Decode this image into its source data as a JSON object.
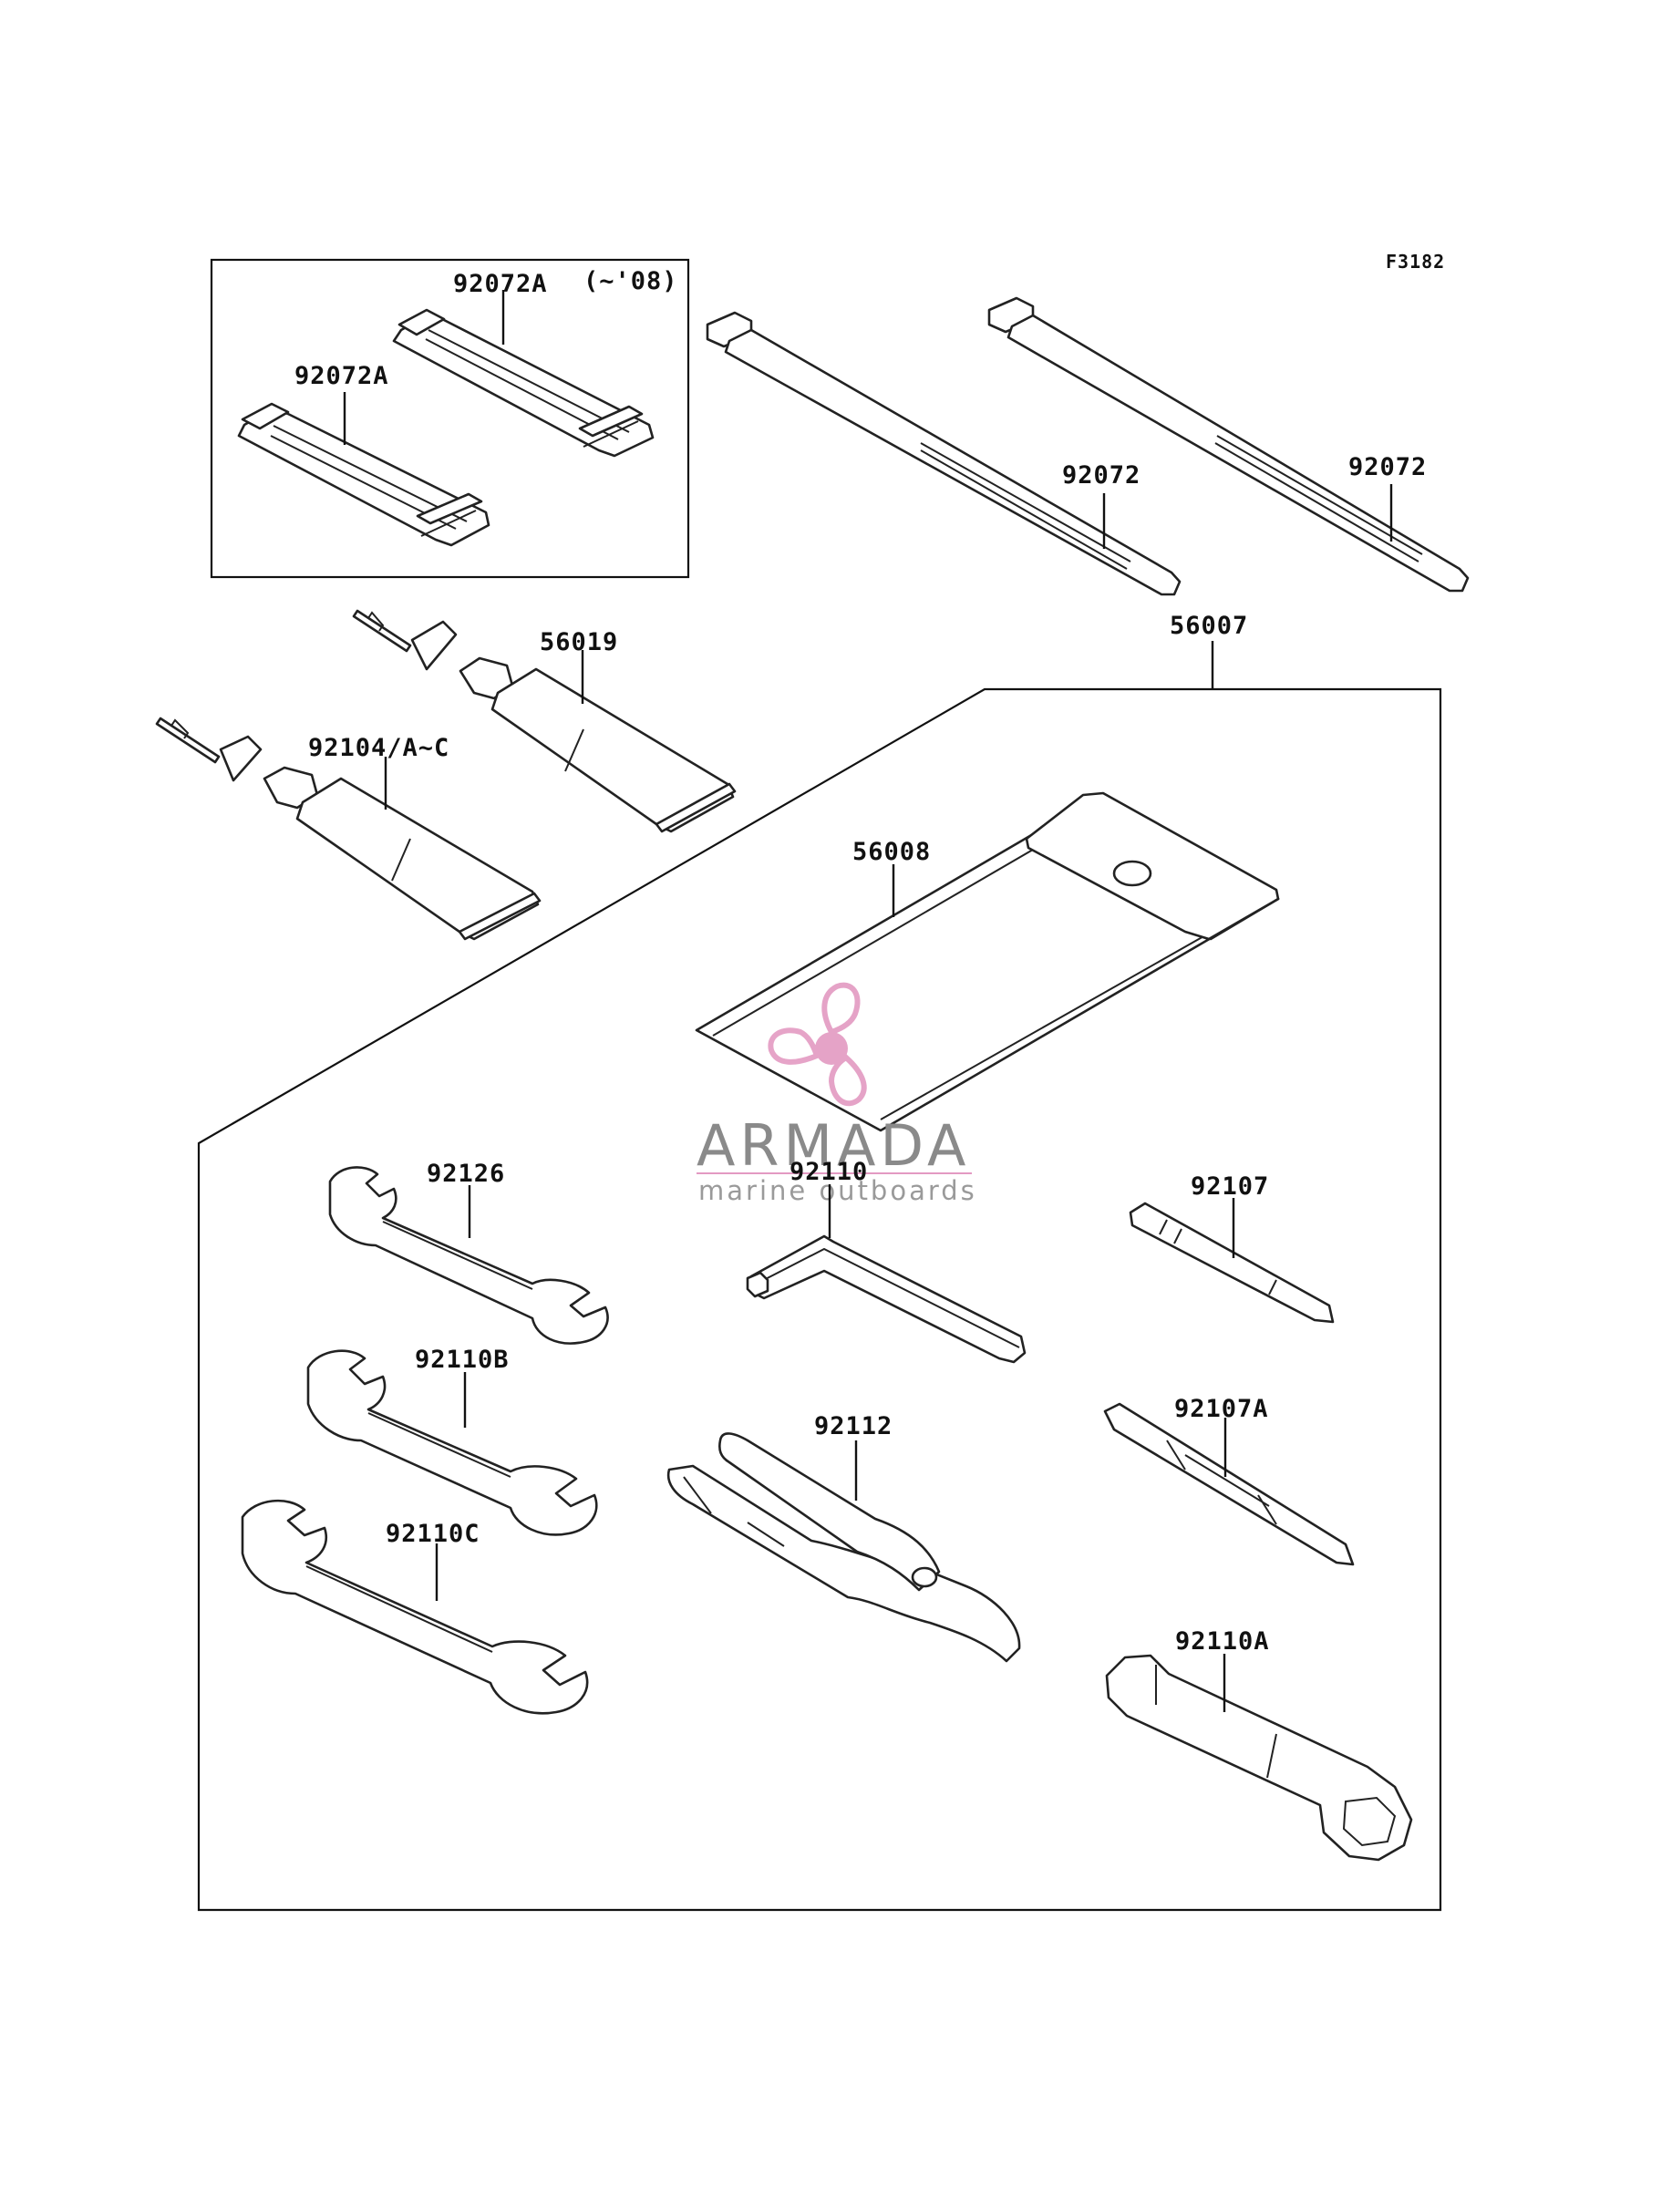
{
  "figure_ref": "F3182",
  "callouts": {
    "strap_a_upper": "92072A",
    "strap_a_note": "(~'08)",
    "strap_a_lower": "92072A",
    "tie_left": "92072",
    "tie_right": "92072",
    "tool_kit": "56007",
    "tube_upper": "56019",
    "tube_lower": "92104/A~C",
    "tool_bag": "56008",
    "wrench_top": "92126",
    "hex_key": "92110",
    "screwdriver_bit": "92107",
    "wrench_mid": "92110B",
    "screwdriver_bit_a": "92107A",
    "pliers": "92112",
    "wrench_bottom": "92110C",
    "plug_wrench": "92110A"
  },
  "watermark": {
    "brand": "ARMADA",
    "tagline": "marine outboards",
    "color": "#e39ac2"
  }
}
